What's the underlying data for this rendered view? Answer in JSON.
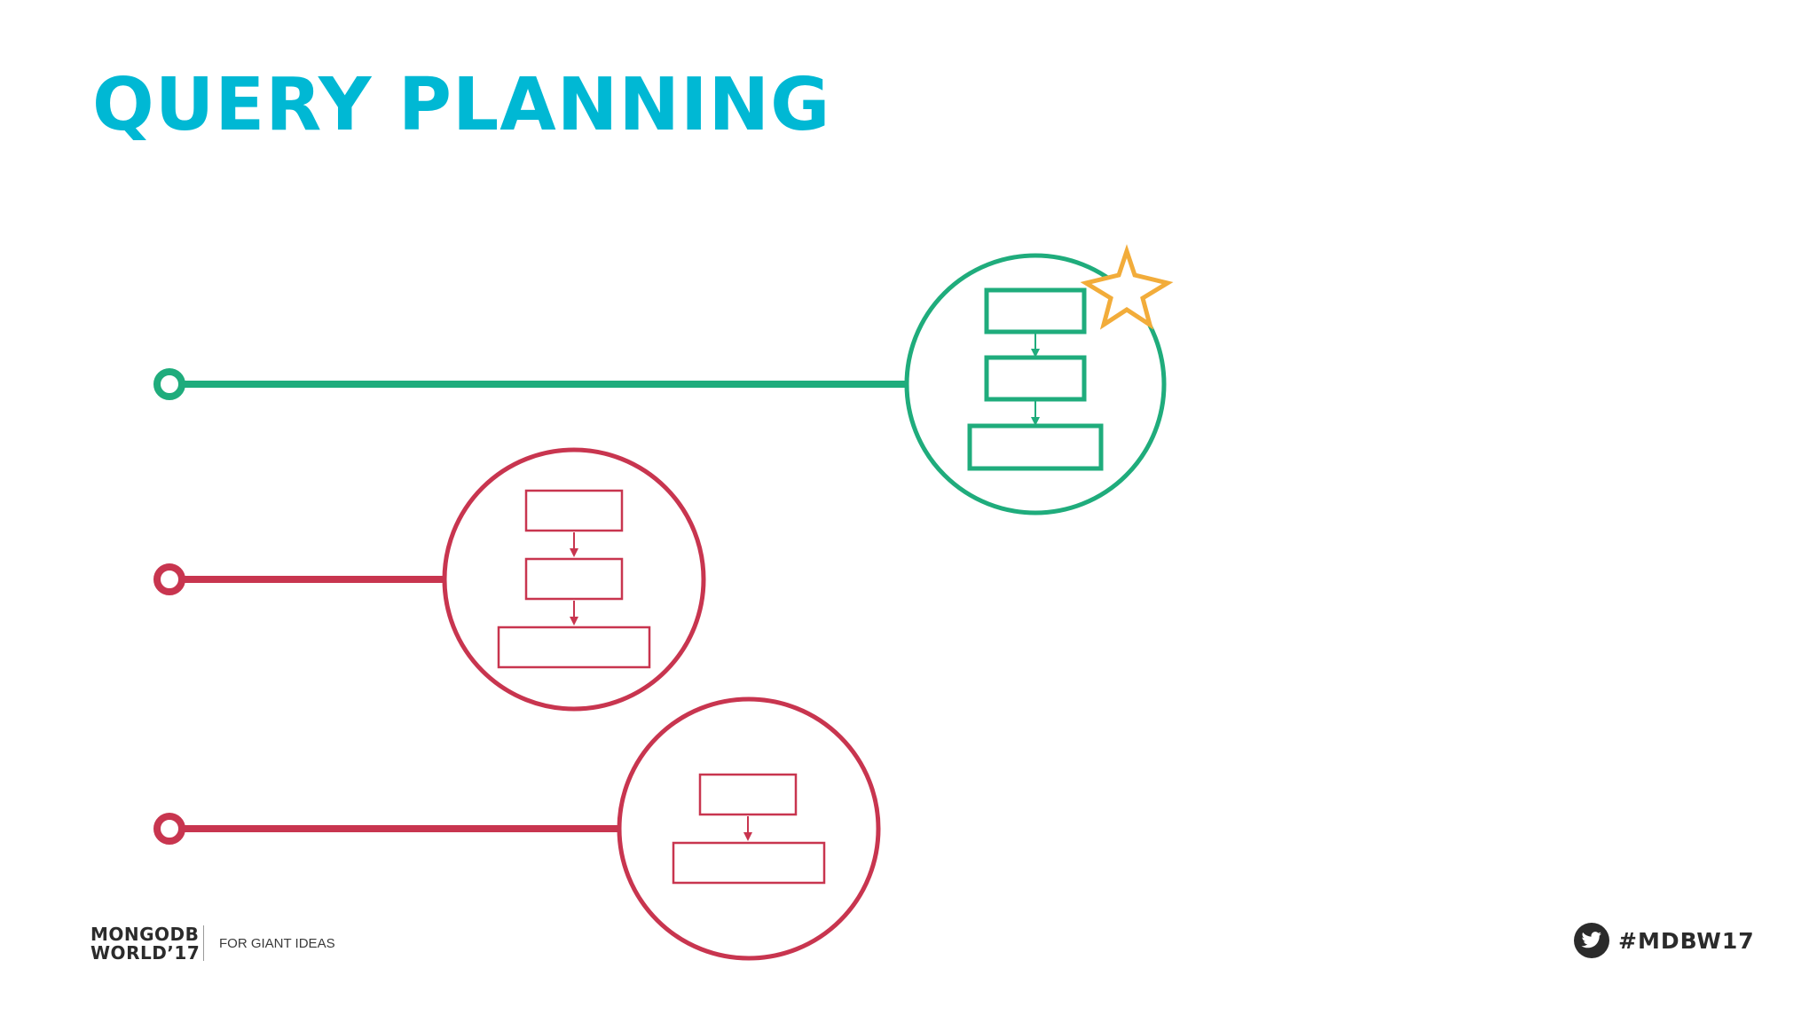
{
  "slide": {
    "title": "QUERY PLANNING"
  },
  "colors": {
    "title": "#00b8d4",
    "winner": "#1fac7c",
    "loser": "#c8354f",
    "star": "#f2ac3a",
    "text_dark": "#2b2b2b"
  },
  "diagram": {
    "plans": [
      {
        "id": "plan-1",
        "stages": 3,
        "status": "winner",
        "marker": "star-icon"
      },
      {
        "id": "plan-2",
        "stages": 3,
        "status": "rejected"
      },
      {
        "id": "plan-3",
        "stages": 2,
        "status": "rejected"
      }
    ]
  },
  "footer": {
    "brand_line1": "MONGODB",
    "brand_line2": "WORLD’17",
    "tagline": "FOR GIANT IDEAS",
    "hashtag": "#MDBW17",
    "social_icon": "twitter-icon"
  }
}
